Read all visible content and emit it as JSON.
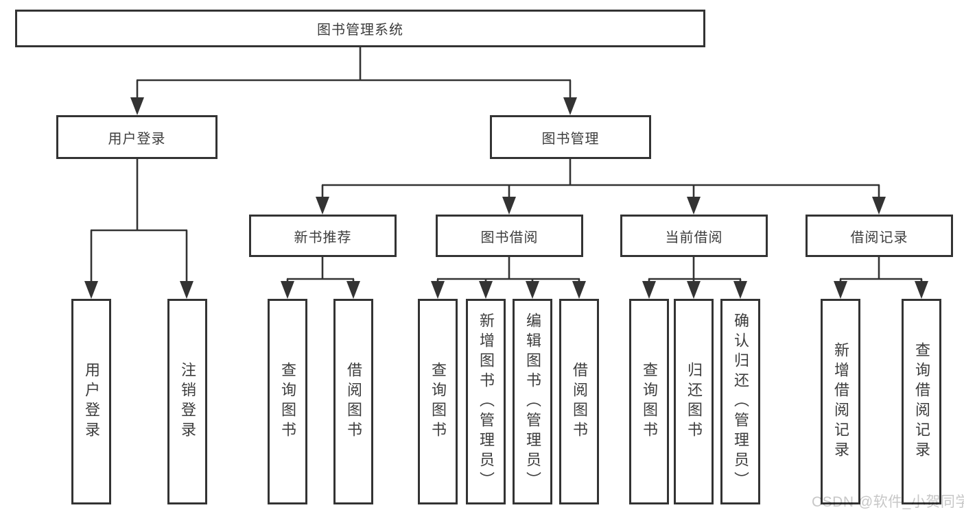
{
  "diagram": {
    "title": "图书管理系统",
    "branches": [
      {
        "label": "用户登录",
        "leaves": [
          "用户登录",
          "注销登录"
        ]
      },
      {
        "label": "图书管理",
        "children": [
          {
            "label": "新书推荐",
            "leaves": [
              "查询图书",
              "借阅图书"
            ]
          },
          {
            "label": "图书借阅",
            "leaves": [
              "查询图书",
              "新增图书（管理员）",
              "编辑图书（管理员）",
              "借阅图书"
            ]
          },
          {
            "label": "当前借阅",
            "leaves": [
              "查询图书",
              "归还图书",
              "确认归还（管理员）"
            ]
          },
          {
            "label": "借阅记录",
            "leaves": [
              "新增借阅记录",
              "查询借阅记录"
            ]
          }
        ]
      }
    ]
  },
  "watermark": {
    "text": "CSDN @软件_小贺同学"
  },
  "colors": {
    "line": "#333333",
    "box_border": "#333333",
    "text": "#3d3d3d",
    "background": "#ffffff",
    "watermark": "#c7c7c7"
  }
}
